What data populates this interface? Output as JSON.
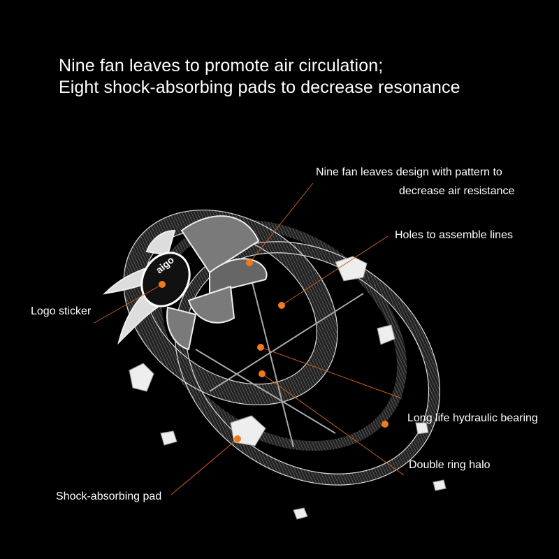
{
  "headline": {
    "line1": "Nine fan leaves to promote air circulation;",
    "line2": "Eight shock-absorbing pads to decrease resonance"
  },
  "callouts": {
    "fan_leaves_1": "Nine fan leaves design with pattern to",
    "fan_leaves_2": "decrease air resistance",
    "holes": "Holes to assemble lines",
    "logo": "Logo sticker",
    "bearing": "Long life hydraulic bearing",
    "halo": "Double ring halo",
    "pad": "Shock-absorbing pad"
  },
  "logo_text": "aigo",
  "colors": {
    "accent": "#f07a1a",
    "line": "#c8601a"
  }
}
